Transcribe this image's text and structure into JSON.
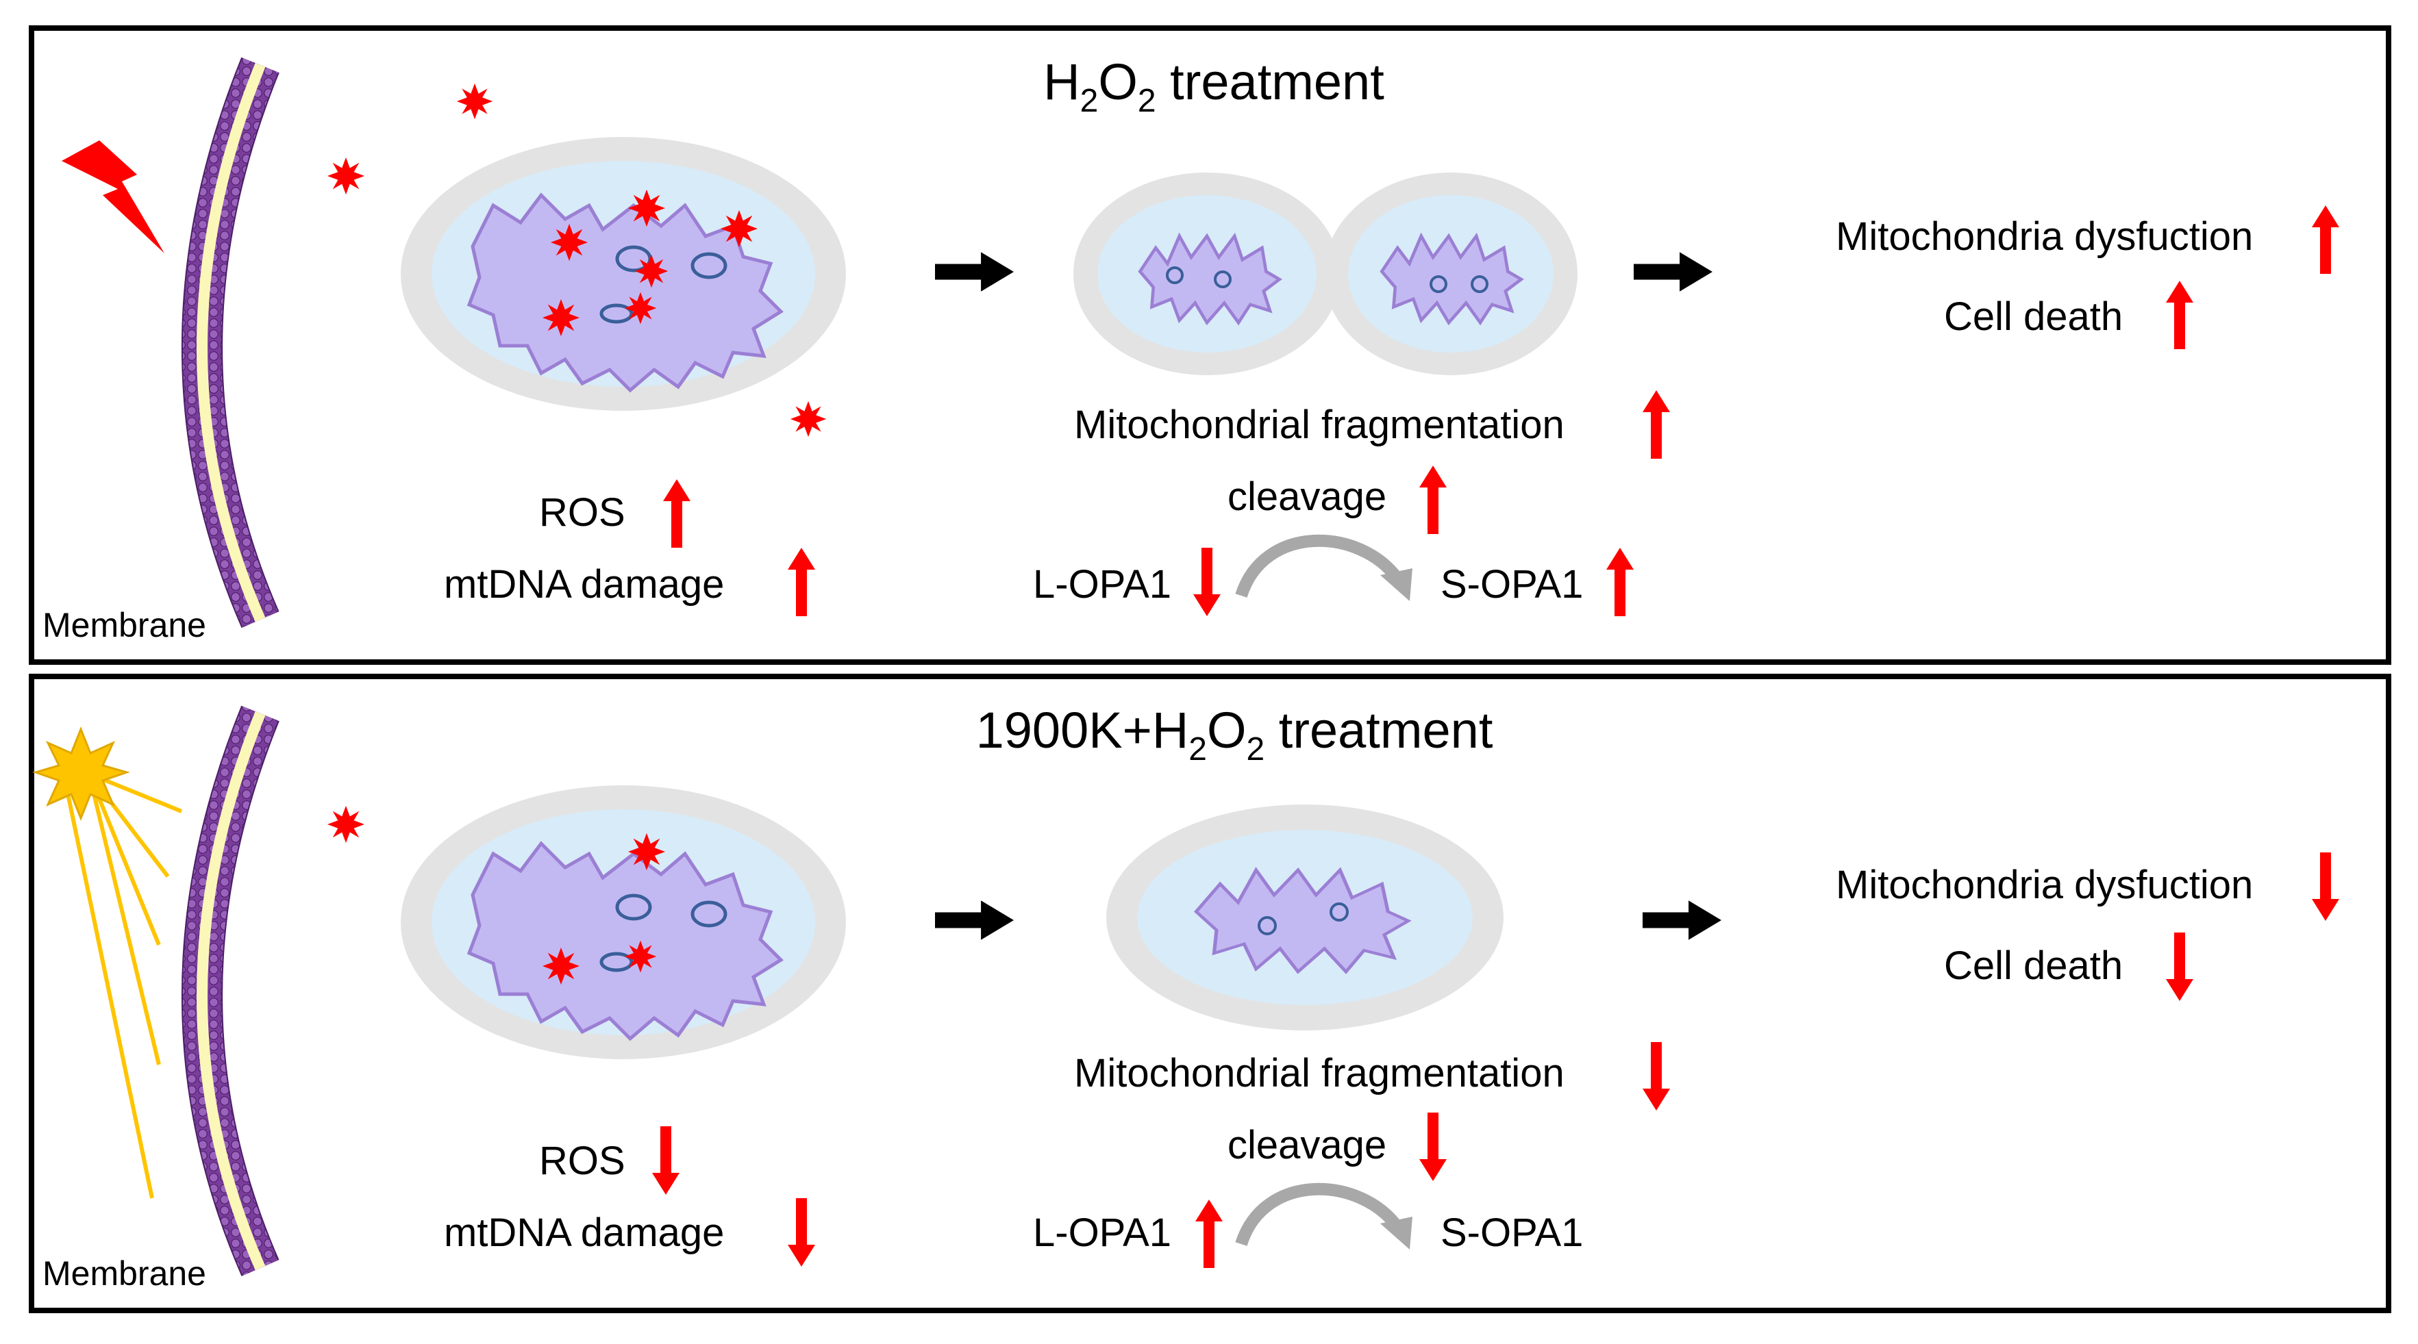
{
  "colors": {
    "frame": "#000000",
    "cell_outer": "#e3e3e3",
    "cell_inner": "#d8ebf8",
    "mito_fill": "#c3b9f2",
    "mito_stroke": "#9b7fd4",
    "mtdna_stroke": "#3a5f9a",
    "ros_red": "#ff0000",
    "membrane_purple": "#7a3d9c",
    "membrane_core": "#fbf7b8",
    "light_yellow": "#ffc400",
    "curve_gray": "#a8a8a8"
  },
  "icons": {
    "stress": "lightning-bolt-icon",
    "light": "sun-icon",
    "ros": "ros-starburst-icon",
    "increase": "red-up-arrow-icon",
    "decrease": "red-down-arrow-icon",
    "progression": "black-right-arrow-icon"
  },
  "panels": [
    {
      "title_prefix": "",
      "title_core": "H",
      "sub1": "2",
      "title_mid": "O",
      "sub2": "2",
      "title_suffix": " treatment",
      "membrane_label": "Membrane",
      "ros_label": "ROS",
      "ros_direction": "up",
      "mtdna_label": "mtDNA damage",
      "mtdna_direction": "up",
      "fragmentation_label": "Mitochondrial fragmentation",
      "fragmentation_direction": "up",
      "cleavage_label": "cleavage",
      "cleavage_direction": "up",
      "lopa1_label": "L-OPA1",
      "lopa1_direction": "down",
      "sopa1_label": "S-OPA1",
      "sopa1_direction": "up",
      "dysfunction_label": "Mitochondria dysfuction",
      "dysfunction_direction": "up",
      "cell_death_label": "Cell death",
      "cell_death_direction": "up"
    },
    {
      "title_prefix": "1900K+",
      "title_core": "H",
      "sub1": "2",
      "title_mid": "O",
      "sub2": "2",
      "title_suffix": " treatment",
      "membrane_label": "Membrane",
      "ros_label": "ROS",
      "ros_direction": "down",
      "mtdna_label": "mtDNA damage",
      "mtdna_direction": "down",
      "fragmentation_label": "Mitochondrial fragmentation",
      "fragmentation_direction": "down",
      "cleavage_label": "cleavage",
      "cleavage_direction": "down",
      "lopa1_label": "L-OPA1",
      "lopa1_direction": "up",
      "sopa1_label": "S-OPA1",
      "sopa1_direction": "none",
      "dysfunction_label": "Mitochondria dysfuction",
      "dysfunction_direction": "down",
      "cell_death_label": "Cell death",
      "cell_death_direction": "down"
    }
  ]
}
